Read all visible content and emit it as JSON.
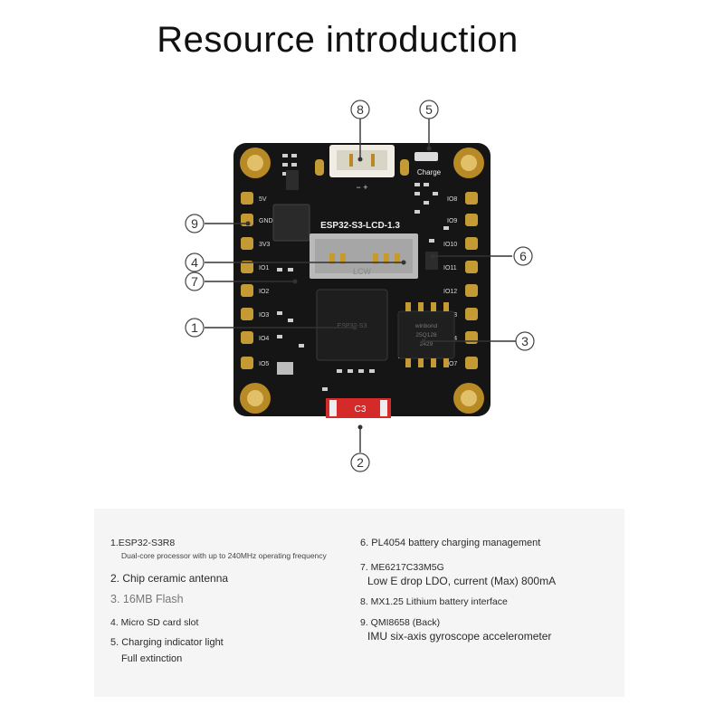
{
  "page": {
    "title": "Resource introduction"
  },
  "board": {
    "silkscreen": "ESP32-S3-LCD-1.3",
    "charge_label": "Charge",
    "module_text": "ESP32-S3",
    "antenna_label": "C3",
    "connector_marks": "− +",
    "card_mark": "LCW",
    "left_pins": [
      "5V",
      "GND",
      "3V3",
      "IO1",
      "IO2",
      "IO3",
      "IO4",
      "IO5"
    ],
    "right_pins": [
      "IO8",
      "IO9",
      "IO10",
      "IO11",
      "IO12",
      "IO13",
      "IO14",
      "IO7"
    ],
    "flash_text": [
      "winbond",
      "25Q128",
      "2429"
    ]
  },
  "callouts": [
    "1",
    "2",
    "3",
    "4",
    "5",
    "6",
    "7",
    "8",
    "9"
  ],
  "resources": {
    "left": [
      {
        "title": "1.ESP32-S3R8",
        "desc": "Dual-core processor with up to 240MHz operating frequency"
      },
      {
        "title": "2. Chip ceramic antenna"
      },
      {
        "title": "3. 16MB Flash"
      },
      {
        "title": "4. Micro SD card slot"
      },
      {
        "title": "5. Charging indicator light",
        "desc": "Full extinction"
      }
    ],
    "right": [
      {
        "title": "6. PL4054 battery charging management"
      },
      {
        "title": "7. ME6217C33M5G",
        "desc": "Low E drop LDO, current (Max) 800mA"
      },
      {
        "title": "8. MX1.25 Lithium battery interface"
      },
      {
        "title": "9. QMI8658 (Back)",
        "desc": "IMU six-axis gyroscope accelerometer"
      }
    ]
  },
  "colors": {
    "board": "#141414",
    "gold": "#c79a2e",
    "antenna": "#d42a2a",
    "text": "#2a2a2a"
  }
}
